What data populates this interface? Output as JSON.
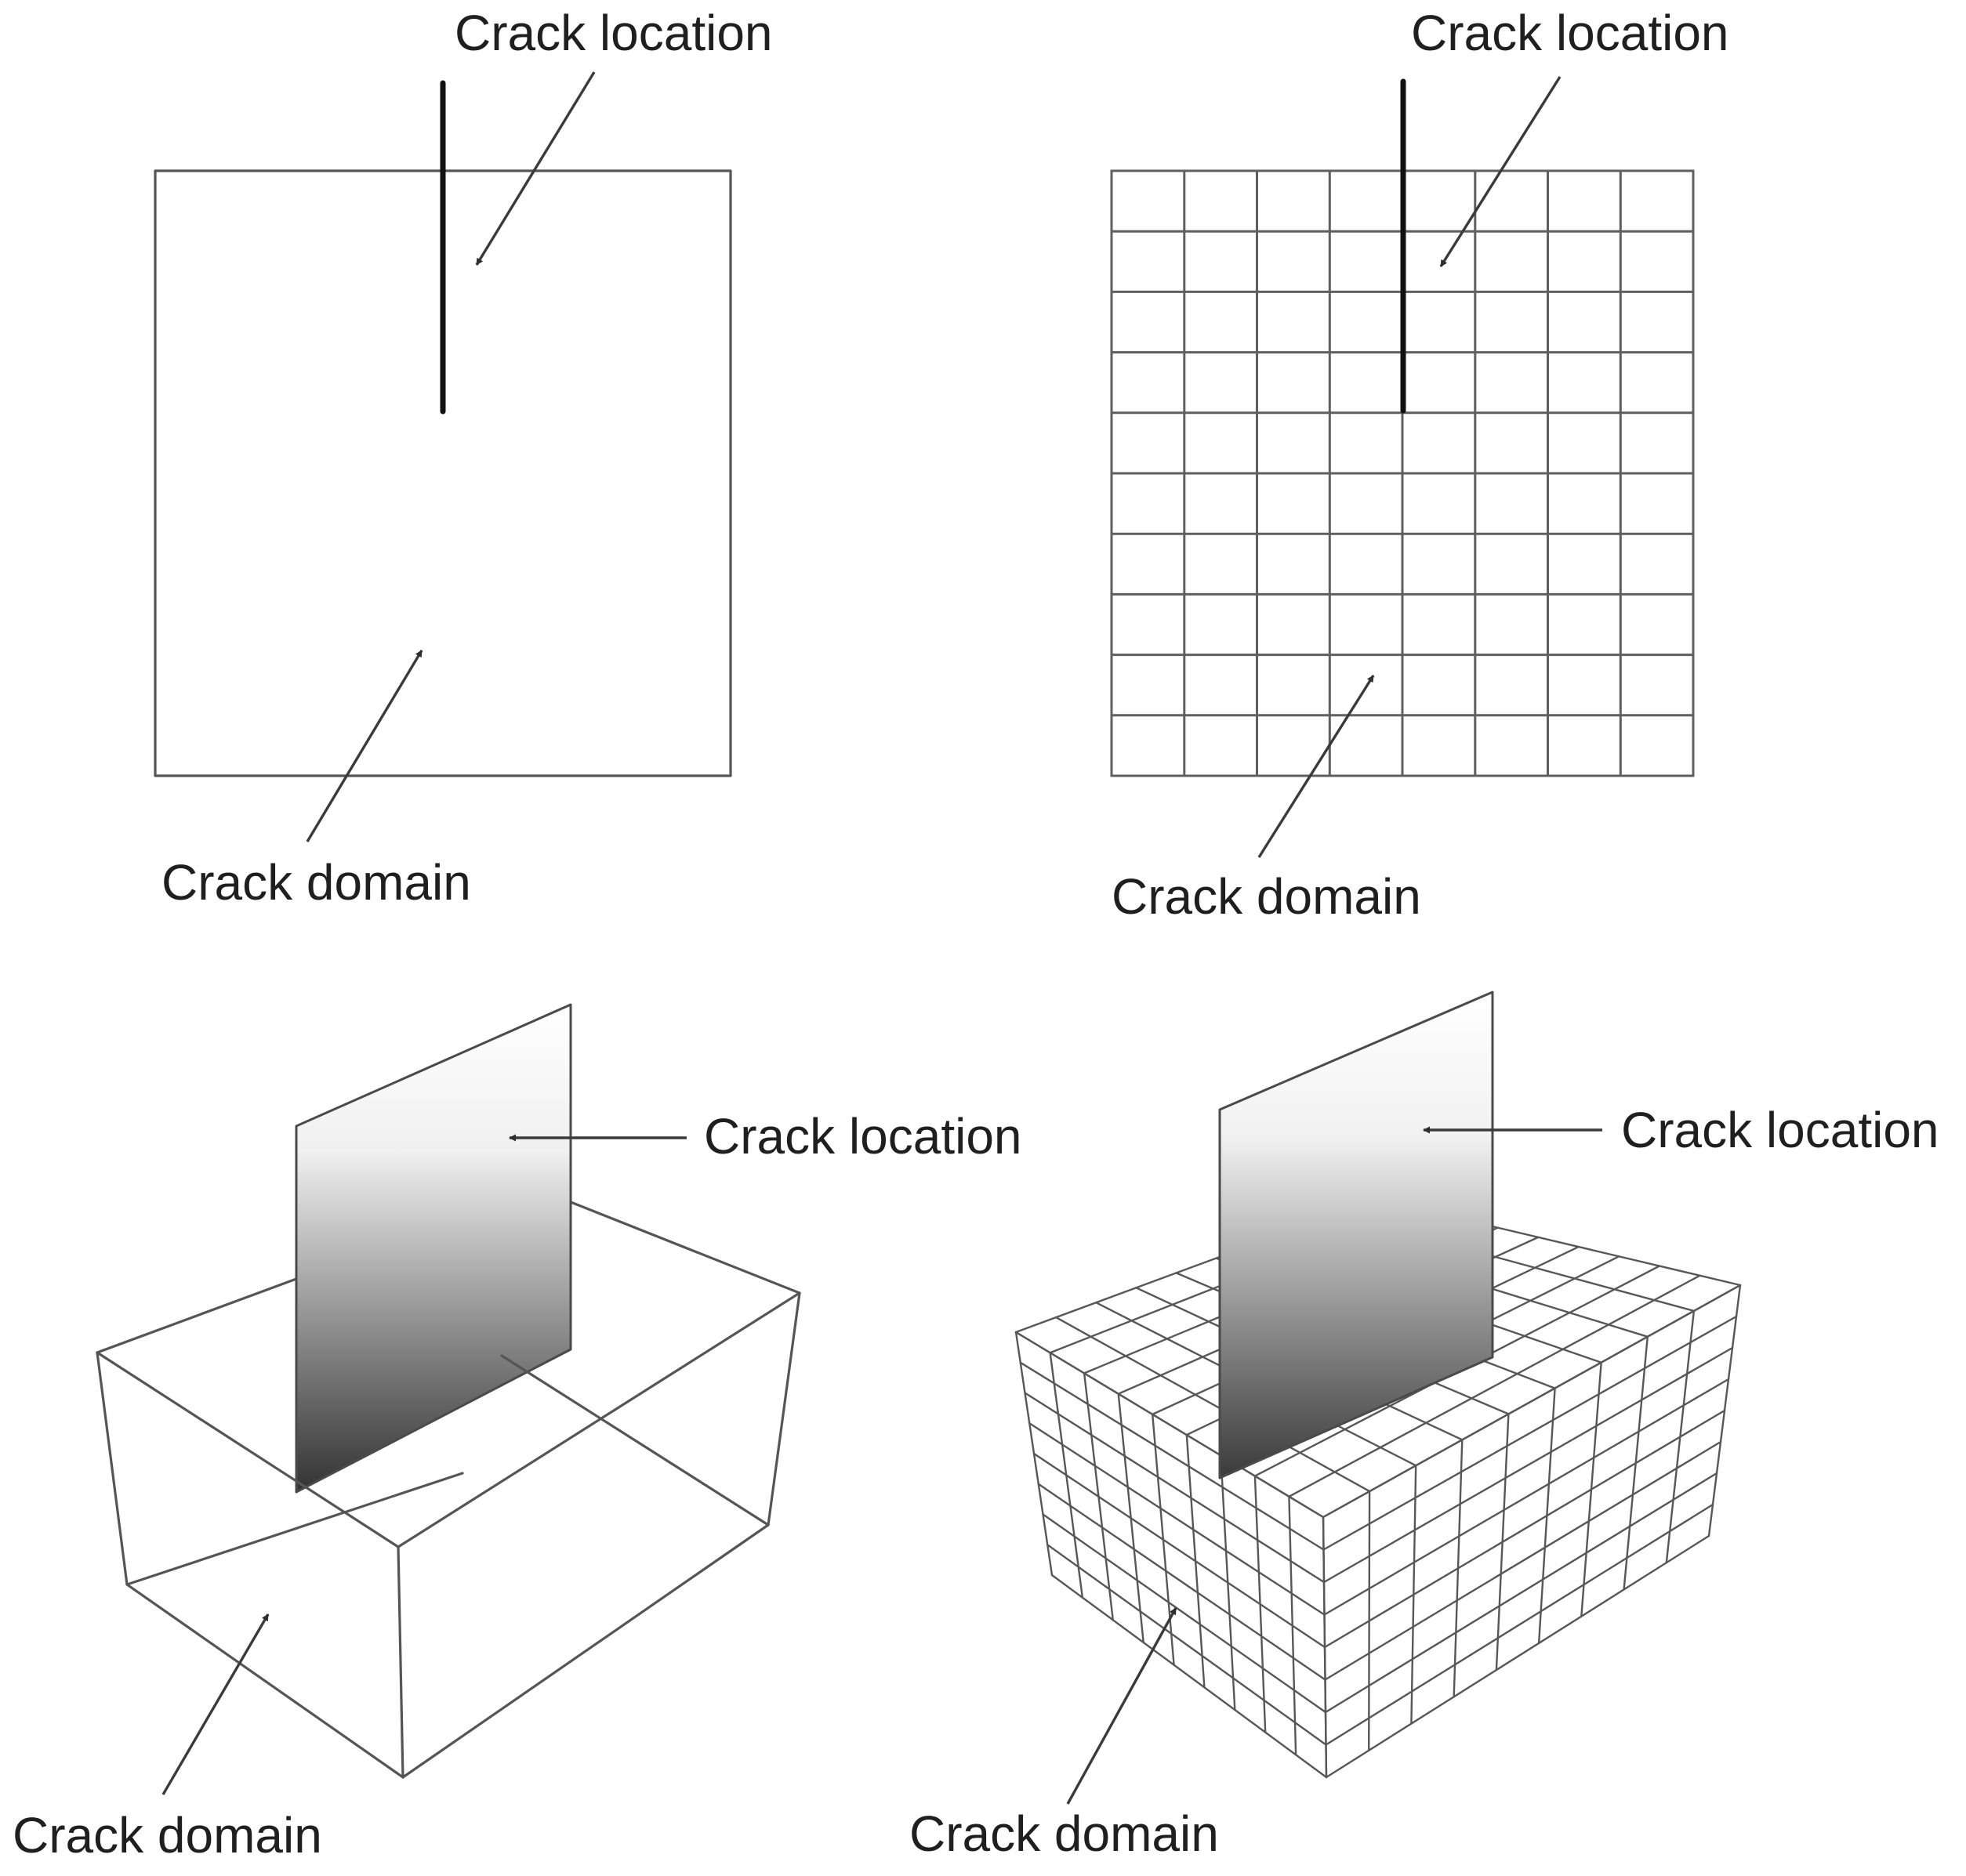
{
  "labels": {
    "p1_location": "Crack location",
    "p1_domain": "Crack domain",
    "p2_location": "Crack location",
    "p2_domain": "Crack domain",
    "p3_location": "Crack location",
    "p3_domain": "Crack domain",
    "p4_location": "Crack location",
    "p4_domain": "Crack domain"
  },
  "mesh": {
    "square_columns": 8,
    "square_rows": 10,
    "box_top_u": 9,
    "box_top_v": 9,
    "box_depth_layers": 8
  },
  "colors": {
    "line": "#555555",
    "crack": "#111111",
    "plane_light": "#ffffff",
    "plane_dark": "#333333"
  }
}
